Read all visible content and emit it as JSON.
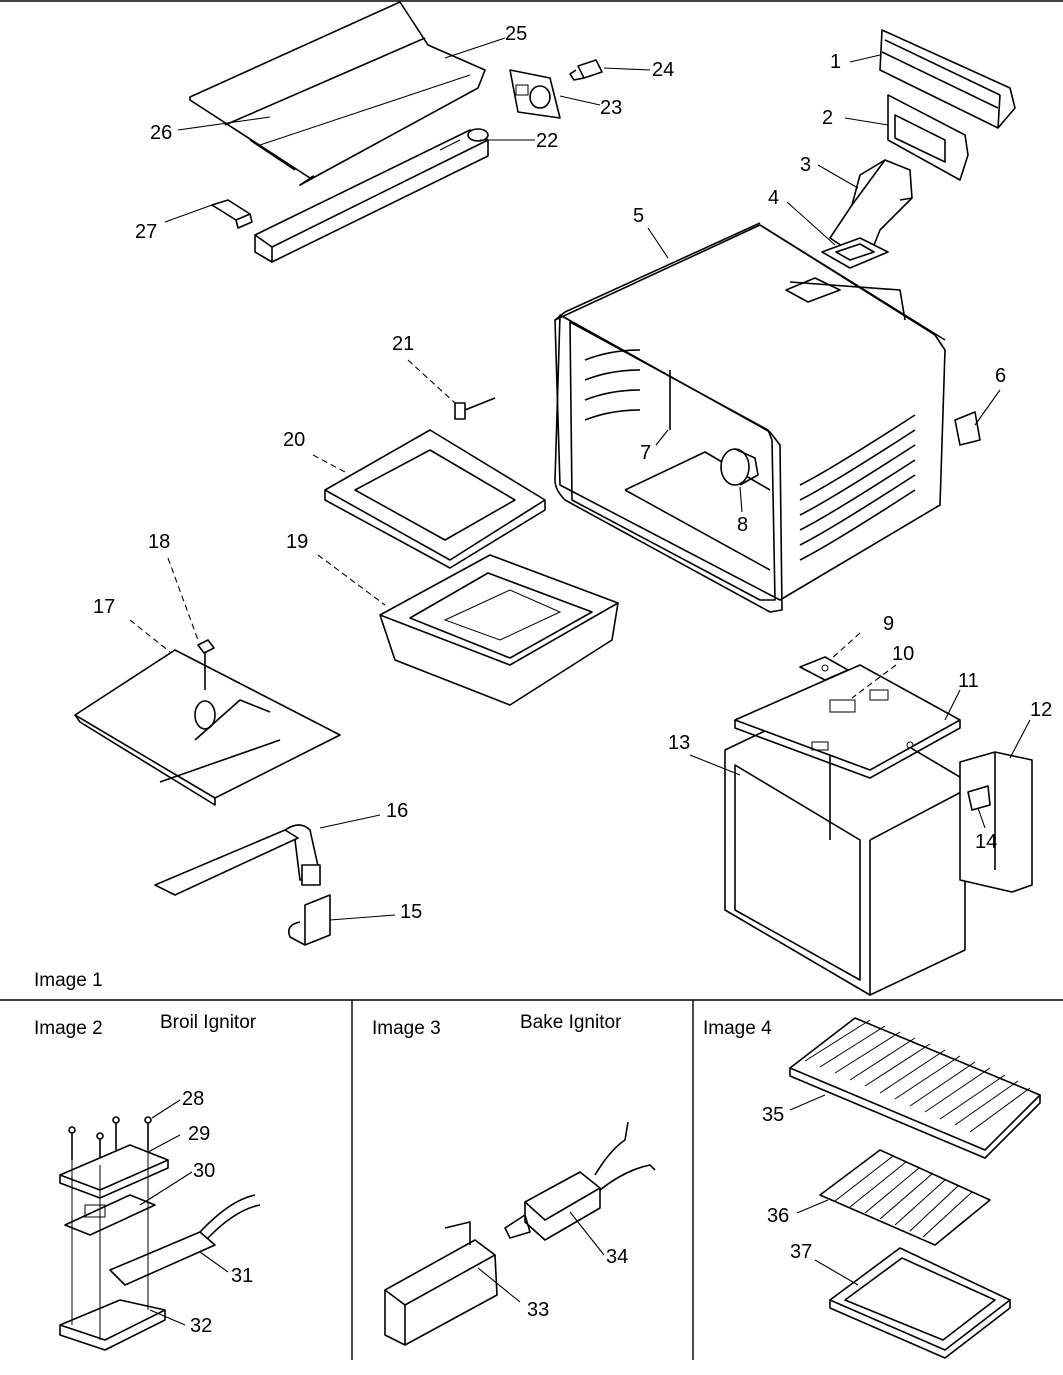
{
  "panels": {
    "image1": {
      "label": "Image 1"
    },
    "image2": {
      "label": "Image 2",
      "title": "Broil Ignitor"
    },
    "image3": {
      "label": "Image 3",
      "title": "Bake Ignitor"
    },
    "image4": {
      "label": "Image 4"
    }
  },
  "callouts": [
    "1",
    "2",
    "3",
    "4",
    "5",
    "6",
    "7",
    "8",
    "9",
    "10",
    "11",
    "12",
    "13",
    "14",
    "15",
    "16",
    "17",
    "18",
    "19",
    "20",
    "21",
    "22",
    "23",
    "24",
    "25",
    "26",
    "27",
    "28",
    "29",
    "30",
    "31",
    "32",
    "33",
    "34",
    "35",
    "36",
    "37"
  ]
}
